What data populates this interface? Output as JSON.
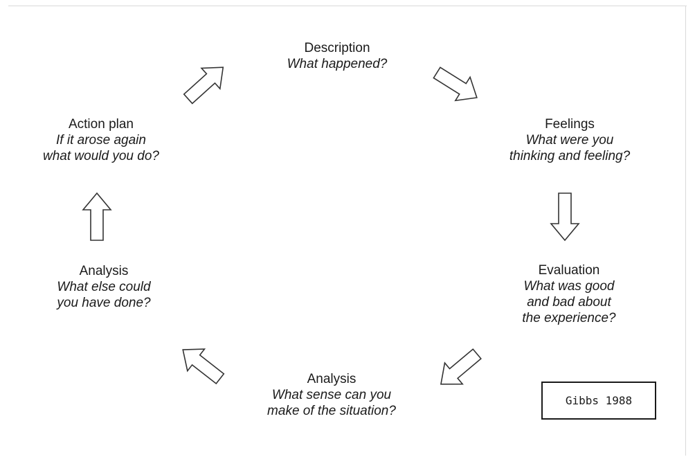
{
  "stages": {
    "description": {
      "title": "Description",
      "question": "What happened?"
    },
    "feelings": {
      "title": "Feelings",
      "question": "What were you\nthinking and feeling?"
    },
    "evaluation": {
      "title": "Evaluation",
      "question": "What was good\nand bad about\nthe experience?"
    },
    "analysis_sense": {
      "title": "Analysis",
      "question": "What sense can you\nmake of the situation?"
    },
    "analysis_else": {
      "title": "Analysis",
      "question": "What else could\nyou have done?"
    },
    "action_plan": {
      "title": "Action plan",
      "question": "If it arose again\nwhat would you do?"
    }
  },
  "citation": "Gibbs 1988",
  "colors": {
    "text": "#1a1a1a",
    "arrow_stroke": "#333333",
    "arrow_fill": "#ffffff"
  },
  "arrow_icon": "hollow-block-arrow"
}
